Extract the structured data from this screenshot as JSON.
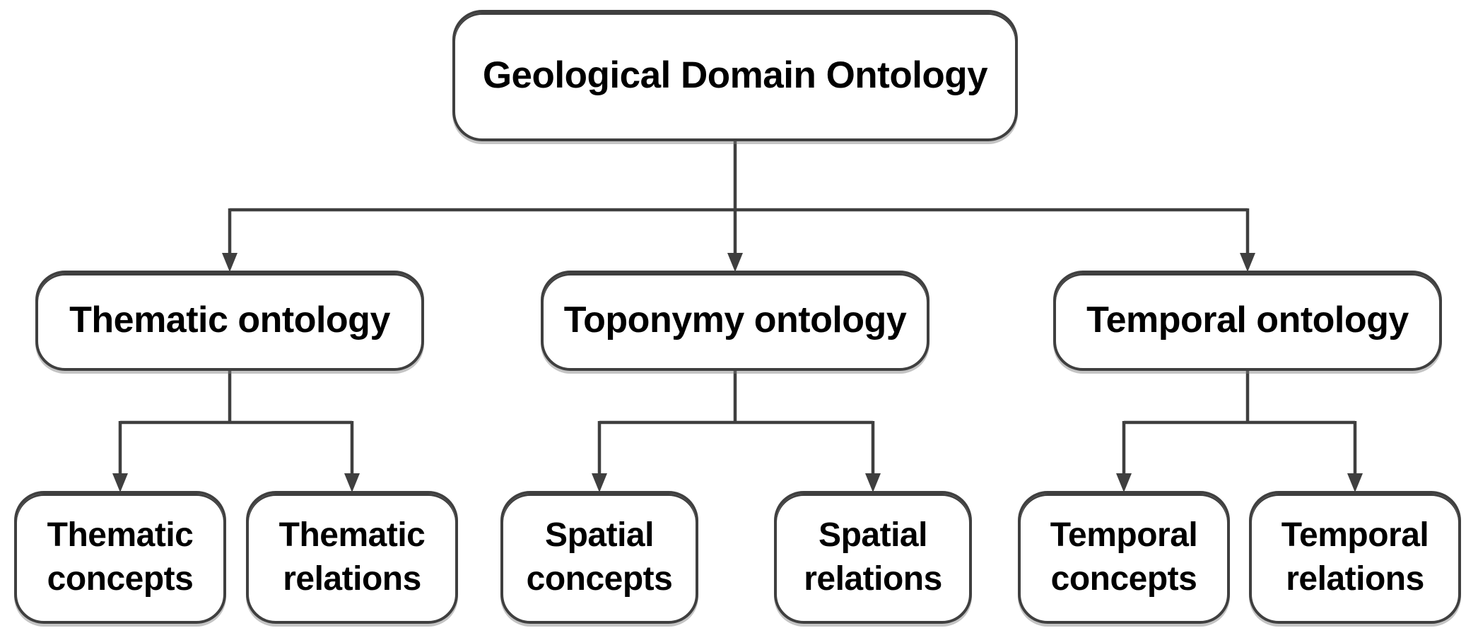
{
  "figure": {
    "background_color": "#ffffff",
    "line_color": "#3f3f3f",
    "text_color": "#000000"
  },
  "nodes": {
    "root": {
      "label": "Geological Domain Ontology"
    },
    "branches": [
      {
        "label": "Thematic ontology",
        "children": [
          {
            "label": "Thematic concepts"
          },
          {
            "label": "Thematic relations"
          }
        ]
      },
      {
        "label": "Toponymy ontology",
        "children": [
          {
            "label": "Spatial concepts"
          },
          {
            "label": "Spatial relations"
          }
        ]
      },
      {
        "label": "Temporal ontology",
        "children": [
          {
            "label": "Temporal concepts"
          },
          {
            "label": "Temporal relations"
          }
        ]
      }
    ]
  }
}
